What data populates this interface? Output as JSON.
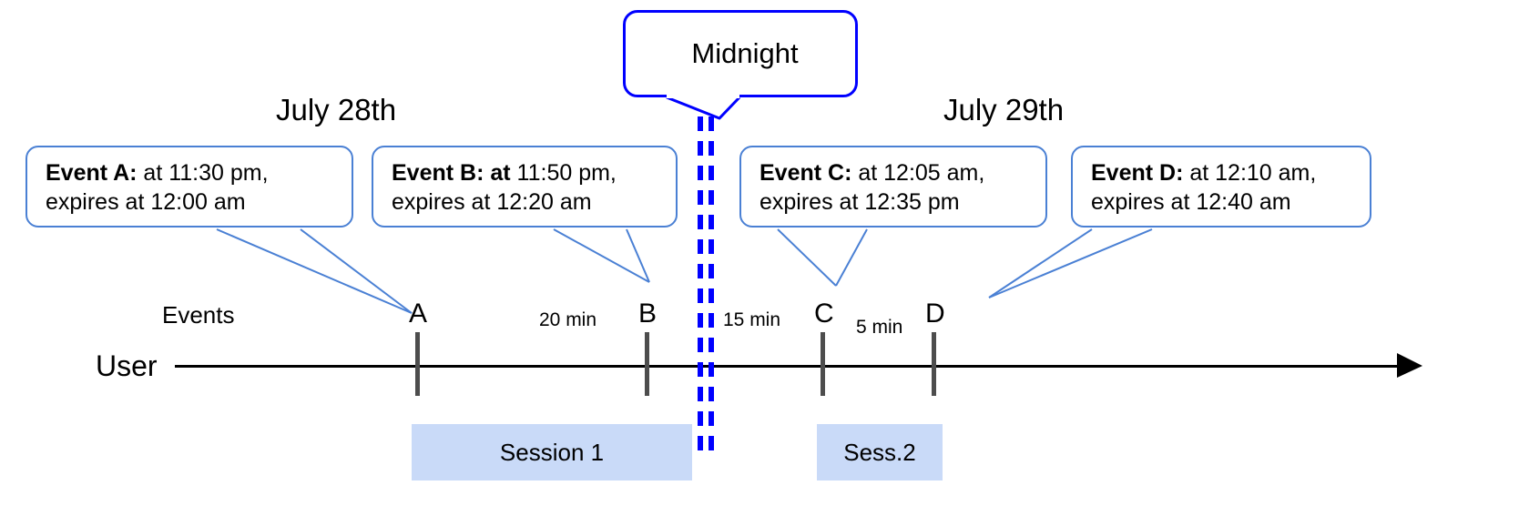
{
  "diagram": {
    "title_boxes": {
      "midnight": "Midnight"
    },
    "day_labels": [
      {
        "text": "July 28th"
      },
      {
        "text": "July 29th"
      }
    ],
    "callouts": [
      {
        "id": "event-a",
        "bold": "Event A:",
        "rest_line1": " at 11:30 pm,",
        "line2": "expires at 12:00 am"
      },
      {
        "id": "event-b",
        "bold": "Event B: at",
        "rest_line1": " 11:50 pm,",
        "line2": "expires at 12:20 am"
      },
      {
        "id": "event-c",
        "bold": "Event C:",
        "rest_line1": " at 12:05 am,",
        "line2": "expires at 12:35 pm"
      },
      {
        "id": "event-d",
        "bold": "Event D:",
        "rest_line1": "  at 12:10 am,",
        "line2": "expires at 12:40 am"
      }
    ],
    "axis": {
      "row_label": "User",
      "events_label": "Events"
    },
    "ticks": [
      {
        "letter": "A"
      },
      {
        "letter": "B"
      },
      {
        "letter": "C"
      },
      {
        "letter": "D"
      }
    ],
    "gaps": [
      {
        "text": "20 min"
      },
      {
        "text": "15 min"
      },
      {
        "text": "5 min"
      }
    ],
    "sessions": [
      {
        "label": "Session 1"
      },
      {
        "label": "Sess.2"
      }
    ],
    "colors": {
      "callout_border": "#4a80d4",
      "midnight_border": "#0000ff",
      "midnight_dash": "#0000ff",
      "session_fill": "#c9daf8",
      "tick": "#4d4d4d",
      "axis": "#000000"
    }
  }
}
